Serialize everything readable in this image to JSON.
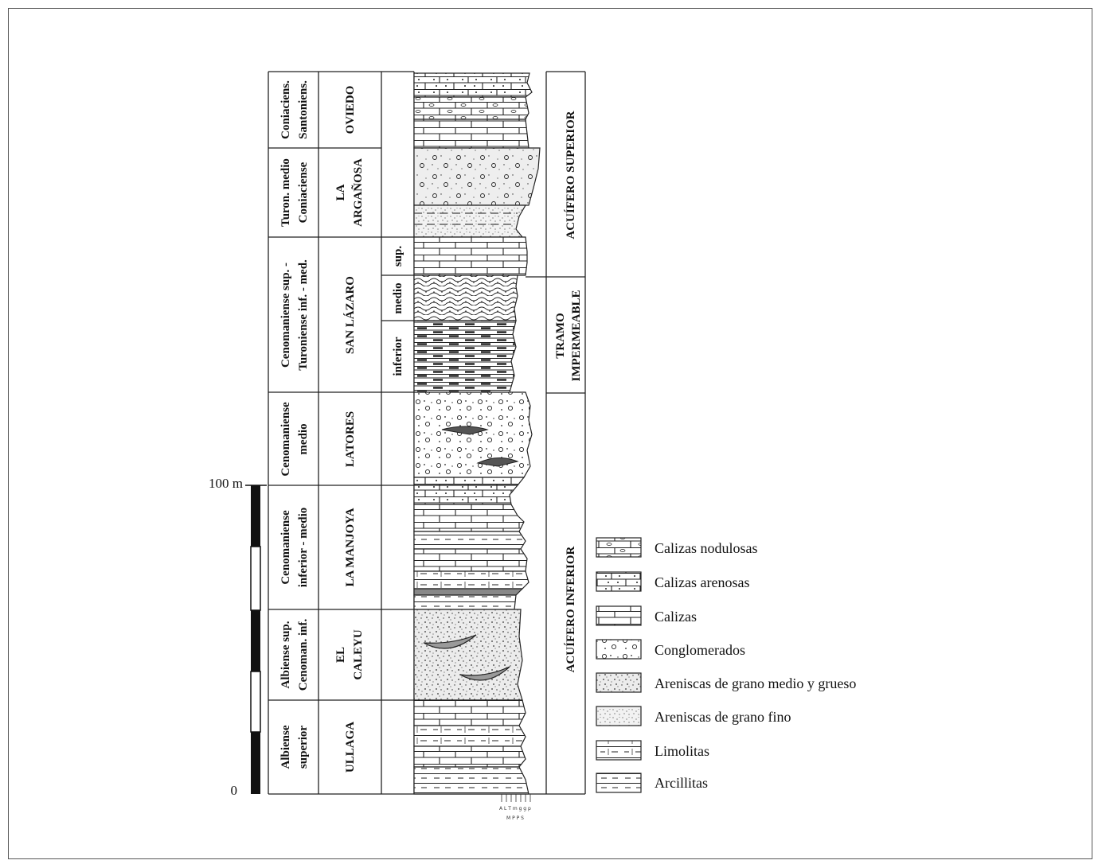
{
  "scale": {
    "top_label": "100 m",
    "bottom_label": "0"
  },
  "units": [
    {
      "age": [
        "Coniaciens.",
        "Santoniens."
      ],
      "formation": [
        "OVIEDO"
      ]
    },
    {
      "age": [
        "Turon. medio",
        "Coniaciense"
      ],
      "formation": [
        "LA",
        "ARGAÑOSA"
      ]
    },
    {
      "age": [
        "Cenomaniense sup. -",
        "Turoniense inf. - med."
      ],
      "formation": [
        "SAN LÁZARO"
      ],
      "members": [
        "sup.",
        "medio",
        "inferior"
      ]
    },
    {
      "age": [
        "Cenomaniense",
        "medio"
      ],
      "formation": [
        "LATORES"
      ]
    },
    {
      "age": [
        "Cenomaniense",
        "inferior - medio"
      ],
      "formation": [
        "LA MANJOYA"
      ]
    },
    {
      "age": [
        "Albiense sup.",
        "Cenoman. inf."
      ],
      "formation": [
        "EL",
        "CALEYU"
      ]
    },
    {
      "age": [
        "Albiense",
        "superior"
      ],
      "formation": [
        "ULLAGA"
      ]
    }
  ],
  "hydro": {
    "upper": "ACUÍFERO SUPERIOR",
    "middle": [
      "TRAMO",
      "IMPERMEABLE"
    ],
    "lower": "ACUÍFERO INFERIOR"
  },
  "grain_scale": {
    "ticks": "A L T m g g p",
    "sub": "M P P S"
  },
  "legend": [
    {
      "pattern": "calizas-nodulosas",
      "label": "Calizas nodulosas"
    },
    {
      "pattern": "calizas-arenosas",
      "label": "Calizas arenosas"
    },
    {
      "pattern": "calizas",
      "label": "Calizas"
    },
    {
      "pattern": "conglomerados",
      "label": "Conglomerados"
    },
    {
      "pattern": "areniscas-medio-grueso",
      "label": "Areniscas de grano medio y grueso"
    },
    {
      "pattern": "areniscas-fino",
      "label": "Areniscas de grano fino"
    },
    {
      "pattern": "limolitas",
      "label": "Limolitas"
    },
    {
      "pattern": "arcillitas",
      "label": "Arcillitas"
    }
  ]
}
